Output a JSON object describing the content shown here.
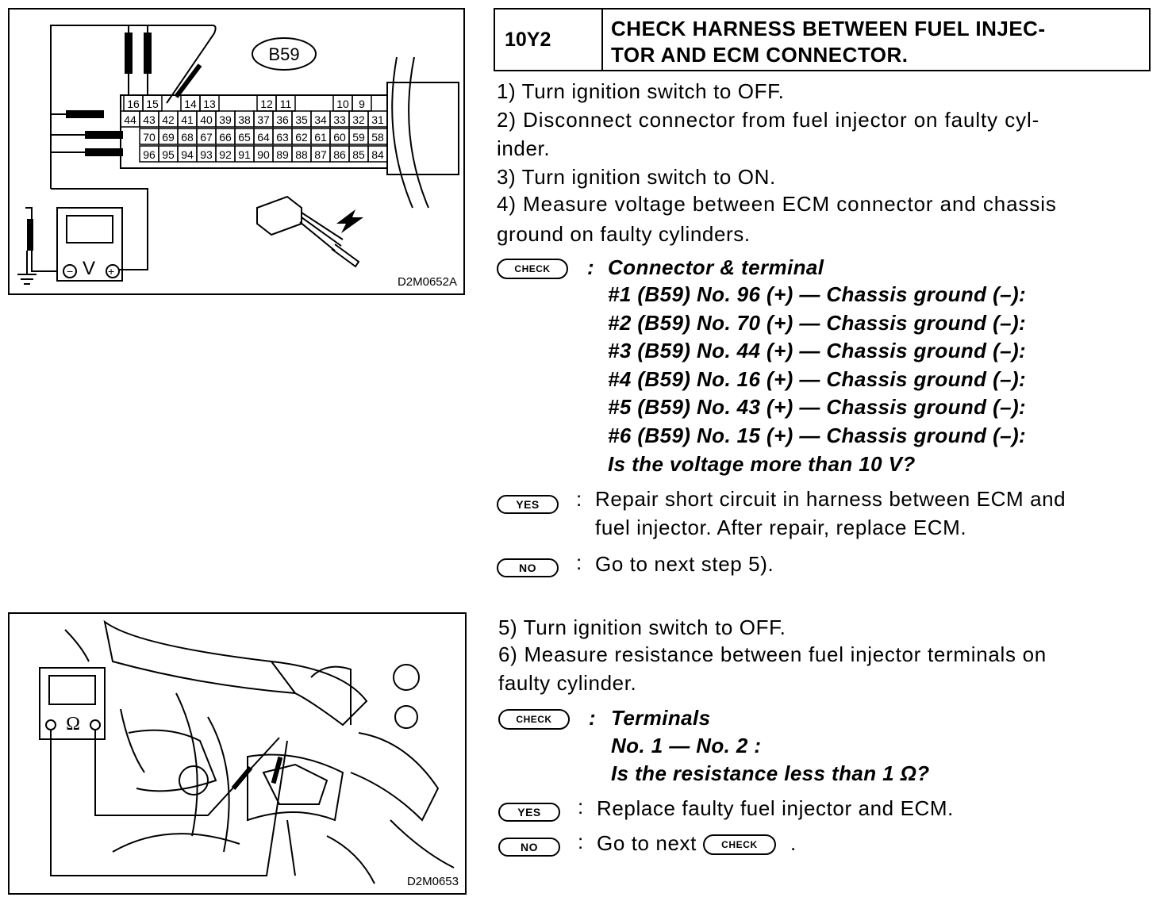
{
  "figures": {
    "top": {
      "code": "D2M0652A",
      "connector_label": "B59",
      "meter_symbol": "V",
      "row_top": [
        "16",
        "15",
        "",
        "14",
        "13",
        "",
        "",
        "12",
        "11",
        "",
        "",
        "10",
        "9"
      ],
      "row1": [
        "44",
        "43",
        "42",
        "41",
        "40",
        "39",
        "38",
        "37",
        "36",
        "35",
        "34",
        "33",
        "32",
        "31"
      ],
      "row2": [
        "70",
        "69",
        "68",
        "67",
        "66",
        "65",
        "64",
        "63",
        "62",
        "61",
        "60",
        "59",
        "58"
      ],
      "row3": [
        "96",
        "95",
        "94",
        "93",
        "92",
        "91",
        "90",
        "89",
        "88",
        "87",
        "86",
        "85",
        "84"
      ]
    },
    "bottom": {
      "code": "D2M0653",
      "meter_symbol": "Ω"
    }
  },
  "header": {
    "code": "10Y2",
    "title_line1": "CHECK HARNESS BETWEEN FUEL INJEC-",
    "title_line2": "TOR AND ECM CONNECTOR."
  },
  "steps_a": {
    "s1": "1)  Turn ignition switch to OFF.",
    "s2a": "2)  Disconnect connector from fuel injector on faulty cyl-",
    "s2b": "inder.",
    "s3": "3)  Turn ignition switch to ON.",
    "s4a": "4)  Measure voltage between ECM connector and chassis",
    "s4b": "ground on faulty cylinders."
  },
  "check_a": {
    "badge": "CHECK",
    "title": "Connector & terminal",
    "lines": [
      "#1 (B59) No. 96 (+) — Chassis ground (–):",
      "#2 (B59) No. 70 (+) — Chassis ground (–):",
      "#3 (B59) No. 44 (+) — Chassis ground (–):",
      "#4 (B59) No. 16 (+) — Chassis ground (–):",
      "#5 (B59) No. 43 (+) — Chassis ground (–):",
      "#6 (B59) No. 15 (+) — Chassis ground (–):"
    ],
    "question": "Is the voltage more than 10 V?",
    "yes_badge": "YES",
    "yes_a": "Repair short circuit in harness between ECM and",
    "yes_b": "fuel injector. After repair, replace ECM.",
    "no_badge": "NO",
    "no_text": "Go to next step 5)."
  },
  "steps_b": {
    "s5": "5)  Turn ignition switch to OFF.",
    "s6a": "6)  Measure resistance between fuel injector terminals on",
    "s6b": "faulty cylinder."
  },
  "check_b": {
    "badge": "CHECK",
    "title": "Terminals",
    "line1": "No. 1 — No. 2 :",
    "question": "Is the resistance less than 1 Ω?",
    "yes_badge": "YES",
    "yes_text": "Replace faulty fuel injector and ECM.",
    "no_badge": "NO",
    "no_text": "Go to next",
    "no_inline_badge": "CHECK",
    "no_end": "."
  }
}
